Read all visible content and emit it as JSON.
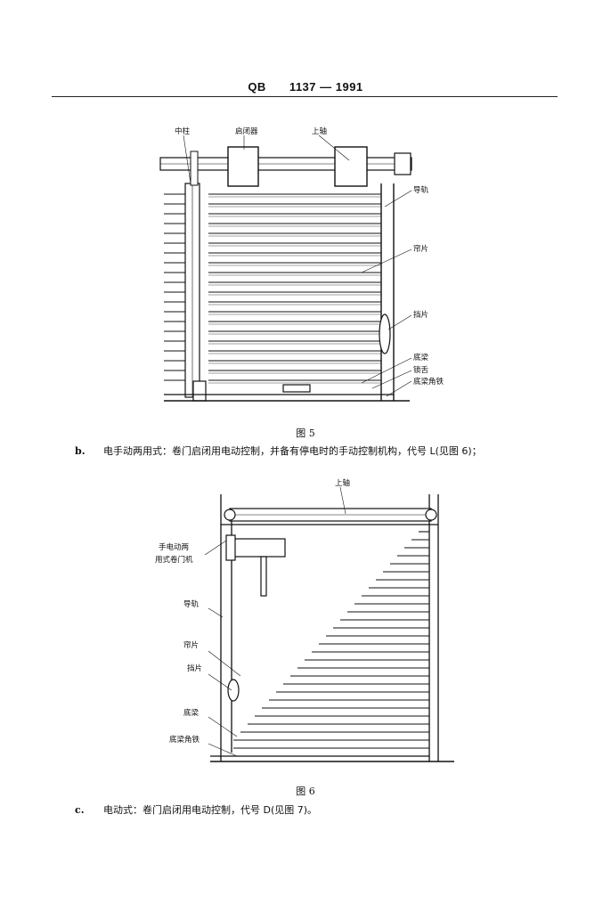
{
  "header": {
    "code": "QB",
    "number": "1137 — 1991"
  },
  "figure5": {
    "labels": {
      "center_post": "中柱",
      "opener": "启闭器",
      "top_shaft": "上轴",
      "guide_rail": "导轨",
      "slat": "帘片",
      "stop_plate": "挡片",
      "bottom_beam": "底梁",
      "lock_tongue": "锁舌",
      "bottom_angle": "底梁角铁"
    },
    "caption": "图 5"
  },
  "paragraph_b": {
    "marker": "b.",
    "text": "电手动两用式：卷门启闭用电动控制，并备有停电时的手动控制机构，代号 L(见图 6)；"
  },
  "figure6": {
    "labels": {
      "top_shaft": "上轴",
      "hand_motor_line1": "手电动两",
      "hand_motor_line2": "用式卷门机",
      "guide_rail": "导轨",
      "slat": "帘片",
      "stop_plate": "挡片",
      "bottom_beam": "底梁",
      "bottom_angle": "底梁角铁"
    },
    "caption": "图 6"
  },
  "paragraph_c": {
    "marker": "c.",
    "text": "电动式：卷门启闭用电动控制，代号 D(见图 7)。"
  }
}
